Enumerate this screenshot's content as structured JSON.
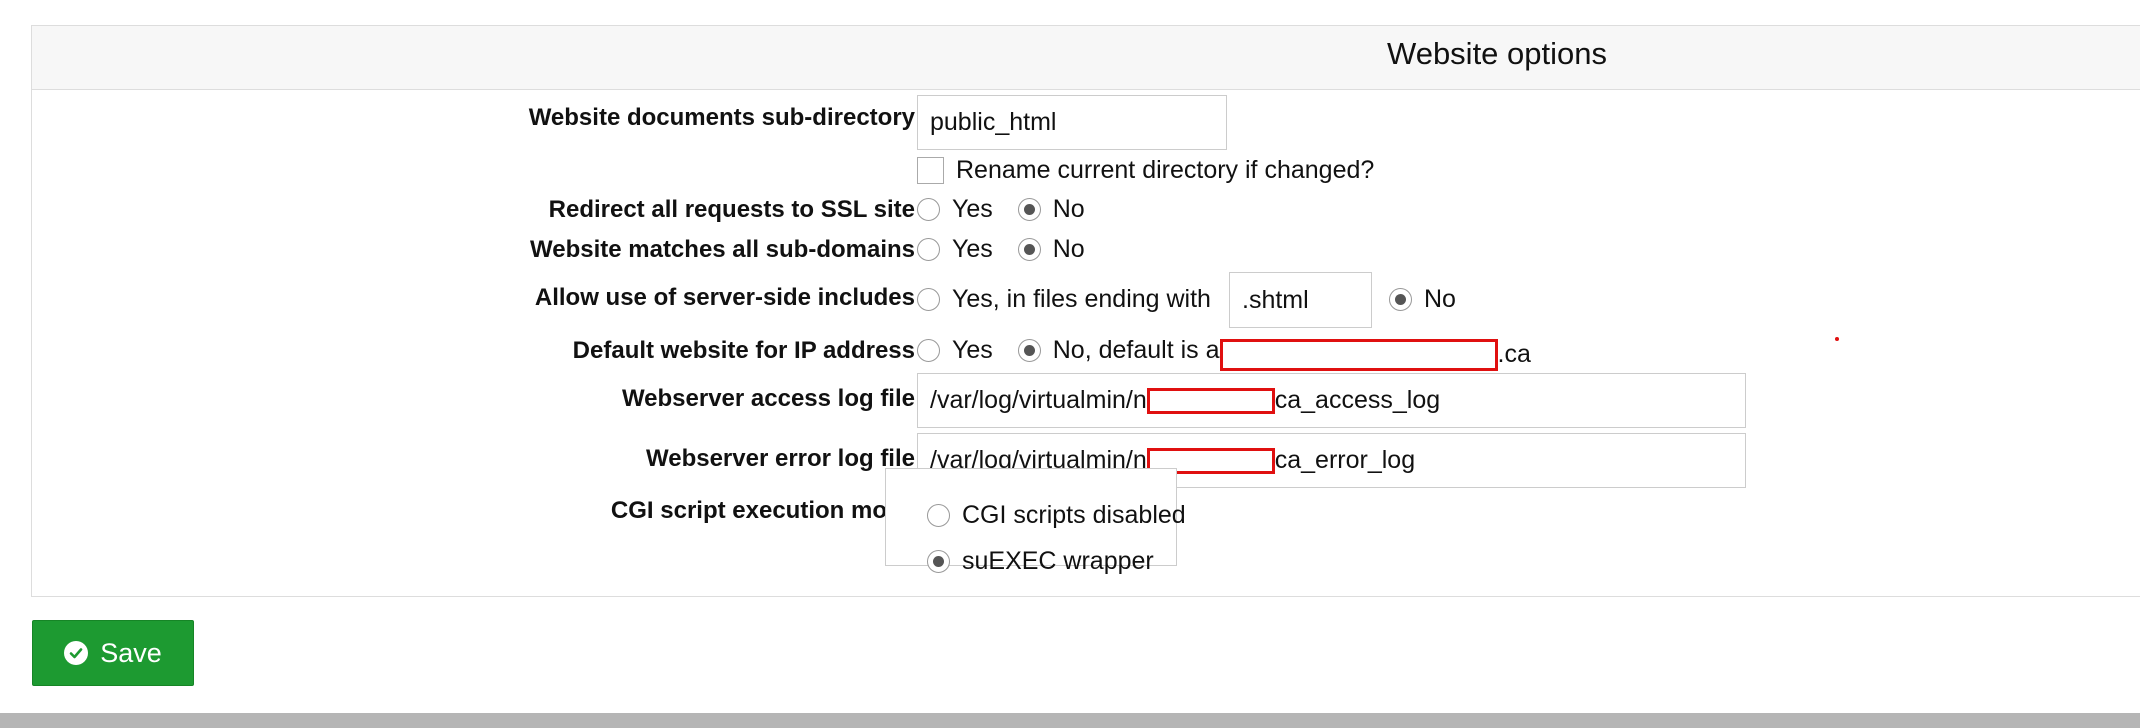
{
  "panel": {
    "title": "Website options"
  },
  "rows": {
    "docs_subdir": {
      "label": "Website documents sub-directory",
      "value": "public_html",
      "rename_label": "Rename current directory if changed?",
      "rename_checked": false
    },
    "ssl_redirect": {
      "label": "Redirect all requests to SSL site",
      "yes": "Yes",
      "no": "No",
      "selected": "No"
    },
    "subdomains": {
      "label": "Website matches all sub-domains",
      "yes": "Yes",
      "no": "No",
      "selected": "No"
    },
    "ssi": {
      "label": "Allow use of server-side includes",
      "yes": "Yes, in files ending with",
      "ext": ".shtml",
      "no": "No",
      "selected": "No"
    },
    "default_site": {
      "label": "Default website for IP address",
      "yes": "Yes",
      "no_prefix": "No, default is a",
      "no_suffix": ".ca",
      "selected": "No"
    },
    "access_log": {
      "label": "Webserver access log file",
      "prefix": "/var/log/virtualmin/n",
      "suffix": "ca_access_log"
    },
    "error_log": {
      "label": "Webserver error log file",
      "prefix": "/var/log/virtualmin/n",
      "suffix": "ca_error_log"
    },
    "cgi_mode": {
      "label": "CGI script execution mode",
      "options": [
        "CGI scripts disabled",
        "suEXEC wrapper"
      ],
      "selected": "suEXEC wrapper"
    }
  },
  "actions": {
    "save_label": "Save"
  },
  "colors": {
    "save_button": "#1d9a31",
    "redaction": "#e01010"
  }
}
